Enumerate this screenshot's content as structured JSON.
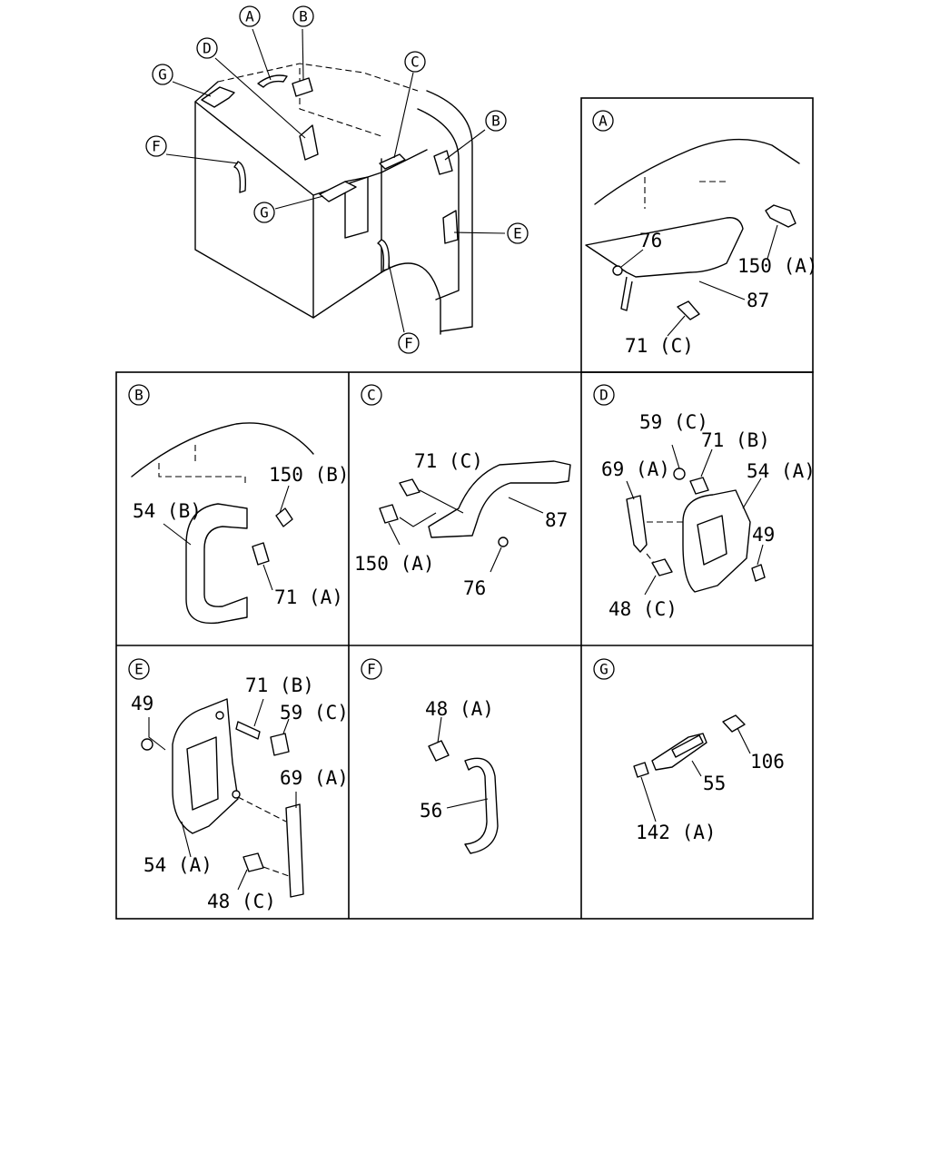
{
  "overview": {
    "callouts": [
      "A",
      "B",
      "D",
      "G",
      "C",
      "B",
      "F",
      "G",
      "E",
      "F"
    ]
  },
  "panels": [
    {
      "id": "A",
      "labels": [
        "76",
        "150 (A)",
        "87",
        "71 (C)"
      ]
    },
    {
      "id": "B",
      "labels": [
        "150 (B)",
        "54 (B)",
        "71 (A)"
      ]
    },
    {
      "id": "C",
      "labels": [
        "71 (C)",
        "87",
        "150 (A)",
        "76"
      ]
    },
    {
      "id": "D",
      "labels": [
        "59 (C)",
        "71 (B)",
        "69 (A)",
        "54 (A)",
        "49",
        "48 (C)"
      ]
    },
    {
      "id": "E",
      "labels": [
        "71 (B)",
        "49",
        "59 (C)",
        "69 (A)",
        "54 (A)",
        "48 (C)"
      ]
    },
    {
      "id": "F",
      "labels": [
        "48 (A)",
        "56"
      ]
    },
    {
      "id": "G",
      "labels": [
        "106",
        "55",
        "142 (A)"
      ]
    }
  ]
}
